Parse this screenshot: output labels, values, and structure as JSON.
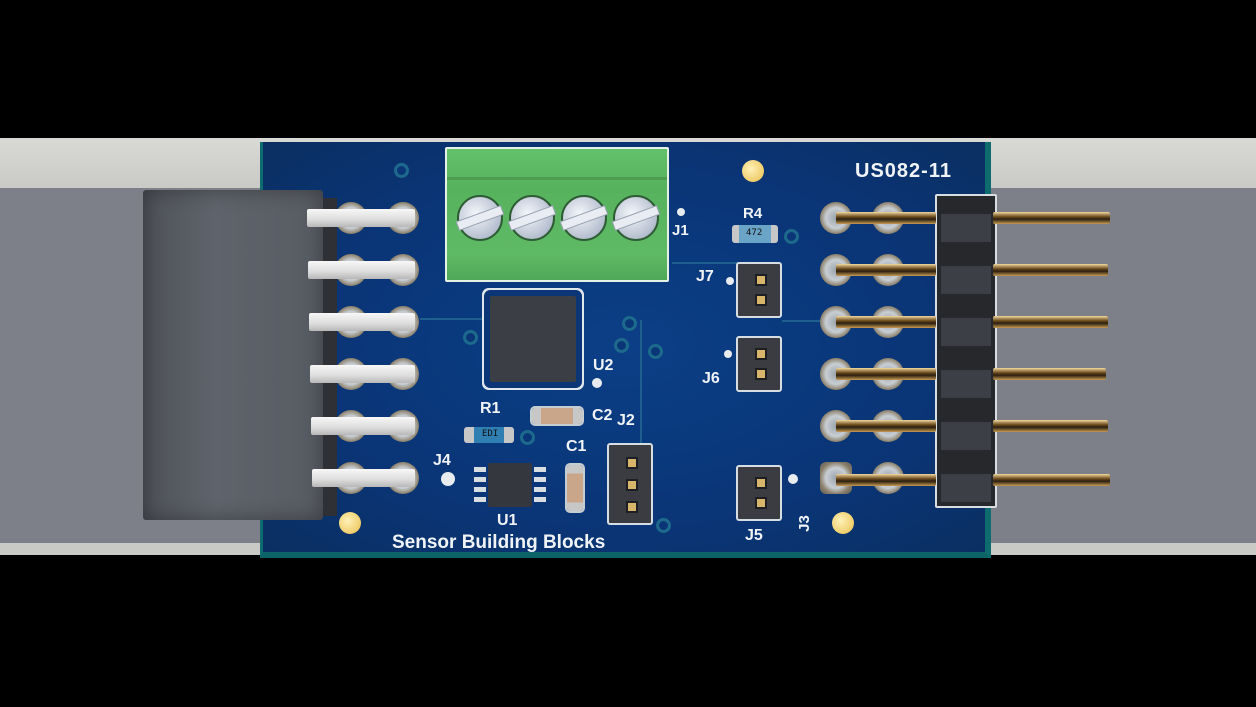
{
  "photo": {
    "subject": "Sensor interface PCB module",
    "background_color": "#000000",
    "board_color": "#0a3577"
  },
  "silkscreen": {
    "part_number": "US082-11",
    "tagline": "Sensor Building Blocks",
    "labels": {
      "j1": "J1",
      "j2": "J2",
      "j3": "J3",
      "j4": "J4",
      "j5": "J5",
      "j6": "J6",
      "j7": "J7",
      "r1": "R1",
      "r4": "R4",
      "c1": "C1",
      "c2": "C2",
      "u1": "U1",
      "u2": "U2"
    },
    "resistor_codes": {
      "r1": "EDI",
      "r4": "472"
    }
  },
  "components": {
    "terminal_block": {
      "positions": 4
    },
    "female_header": {
      "pins": 6
    },
    "male_header": {
      "pins": 6
    }
  }
}
